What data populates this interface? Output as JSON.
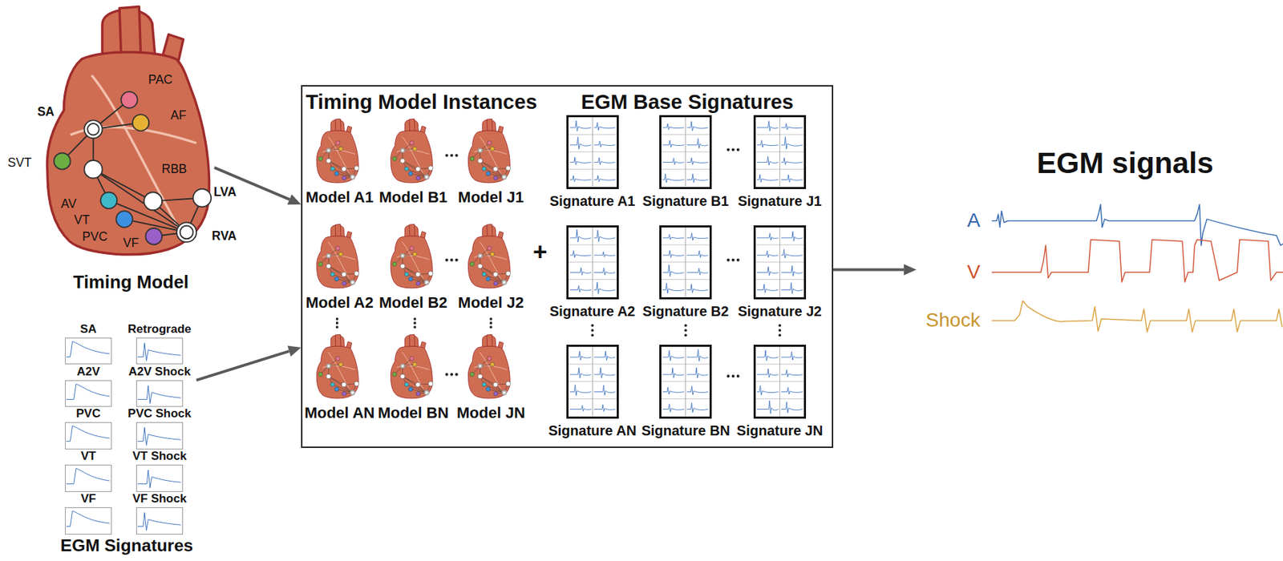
{
  "diagram": {
    "nodes": [
      {
        "text": [
          "Timing Model"
        ]
      },
      {
        "text": [
          "EGM Signatures"
        ]
      },
      {
        "text": [
          "SA"
        ],
        "in": 1
      },
      {
        "text": [
          "Retrograde"
        ],
        "in": 1
      },
      {
        "text": [
          "A2V"
        ],
        "in": 1
      },
      {
        "text": [
          "A2V Shock"
        ],
        "in": 1
      },
      {
        "text": [
          "PVC"
        ],
        "in": 1
      },
      {
        "text": [
          "PVC Shock"
        ],
        "in": 1
      },
      {
        "text": [
          "VT"
        ],
        "in": 1
      },
      {
        "text": [
          "VT Shock"
        ],
        "in": 1
      },
      {
        "text": [
          "VF"
        ],
        "in": 1
      },
      {
        "text": [
          "VF Shock"
        ],
        "in": 1
      },
      {
        "text": [
          "Timing Model Instances",
          "EGM Base Signatures"
        ]
      },
      {
        "text": [
          "Model A1"
        ],
        "in": 12
      },
      {
        "text": [
          "Model B1"
        ],
        "in": 12
      },
      {
        "text": [
          "Model J1"
        ],
        "in": 12
      },
      {
        "text": [
          "Model A2"
        ],
        "in": 12
      },
      {
        "text": [
          "Model B2"
        ],
        "in": 12
      },
      {
        "text": [
          "Model J2"
        ],
        "in": 12
      },
      {
        "text": [
          "Model AN"
        ],
        "in": 12
      },
      {
        "text": [
          "Model BN"
        ],
        "in": 12
      },
      {
        "text": [
          "Model JN"
        ],
        "in": 12
      },
      {
        "text": [
          "Signature A1"
        ],
        "in": 12
      },
      {
        "text": [
          "Signature B1"
        ],
        "in": 12
      },
      {
        "text": [
          "Signature J1"
        ],
        "in": 12
      },
      {
        "text": [
          "Signature A2"
        ],
        "in": 12
      },
      {
        "text": [
          "Signature B2"
        ],
        "in": 12
      },
      {
        "text": [
          "Signature J2"
        ],
        "in": 12
      },
      {
        "text": [
          "Signature AN"
        ],
        "in": 12
      },
      {
        "text": [
          "Signature BN"
        ],
        "in": 12
      },
      {
        "text": [
          "Signature JN"
        ],
        "in": 12
      },
      {
        "text": [
          "EGM signals"
        ]
      }
    ],
    "edges": [
      {
        "from": 0,
        "to": 12,
        "arrow": "to"
      },
      {
        "from": 1,
        "to": 12,
        "arrow": "to"
      },
      {
        "from": 12,
        "to": 31,
        "arrow": "to"
      }
    ],
    "labels": [
      "SA",
      "PAC",
      "AF",
      "SVT",
      "AV",
      "RBB",
      "LVA",
      "VT",
      "PVC",
      "VF",
      "RVA",
      "+",
      "A",
      "V",
      "Shock"
    ]
  }
}
